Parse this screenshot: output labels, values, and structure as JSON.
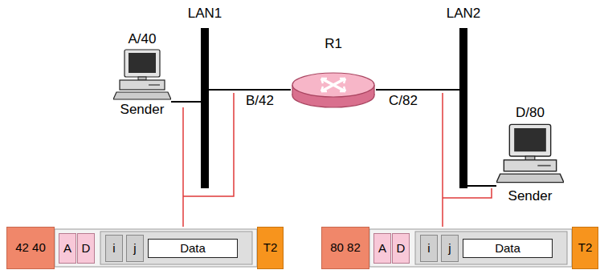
{
  "diagram": {
    "nodes": [
      {
        "text": [
          "A/40",
          "Sender"
        ]
      },
      {
        "text": [
          "LAN1"
        ]
      },
      {
        "text": [
          "R1"
        ]
      },
      {
        "text": [
          "LAN2"
        ]
      },
      {
        "text": [
          "D/80",
          "Sender"
        ]
      },
      {
        "text": [
          "42 40"
        ]
      },
      {
        "text": [
          "A"
        ]
      },
      {
        "text": [
          "D"
        ]
      },
      {
        "text": [
          "i"
        ]
      },
      {
        "text": [
          "j"
        ]
      },
      {
        "text": [
          "Data"
        ]
      },
      {
        "text": [
          "T2"
        ]
      },
      {
        "text": [
          "80 82"
        ]
      },
      {
        "text": [
          "A"
        ]
      },
      {
        "text": [
          "D"
        ]
      },
      {
        "text": [
          "i"
        ]
      },
      {
        "text": [
          "j"
        ]
      },
      {
        "text": [
          "Data"
        ]
      },
      {
        "text": [
          "T2"
        ]
      }
    ],
    "edges": [
      {
        "from": 0,
        "to": 1,
        "arrow": "none"
      },
      {
        "from": 1,
        "to": 2,
        "arrow": "none"
      },
      {
        "from": 2,
        "to": 3,
        "arrow": "none"
      },
      {
        "from": 3,
        "to": 4,
        "arrow": "none"
      }
    ],
    "labels": [
      "B/42",
      "C/82"
    ]
  }
}
